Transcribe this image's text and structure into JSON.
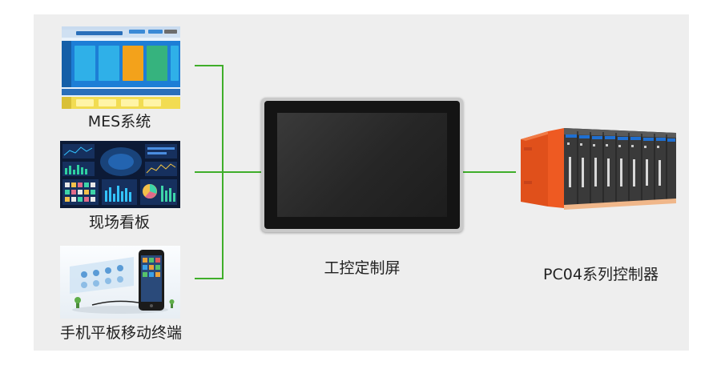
{
  "nodes": {
    "mes_label": "MES系统",
    "dashboard_label": "现场看板",
    "mobile_label": "手机平板移动终端",
    "screen_label": "工控定制屏",
    "controller_label": "PC04系列控制器"
  },
  "colors": {
    "connector": "#3fae2a",
    "background": "#eeeeee",
    "controller_orange": "#e8531f",
    "controller_gray": "#4a4a4a"
  },
  "icons": [
    "mes-system-image",
    "dashboard-image",
    "mobile-terminal-image",
    "touch-screen-image",
    "plc-controller-image"
  ]
}
